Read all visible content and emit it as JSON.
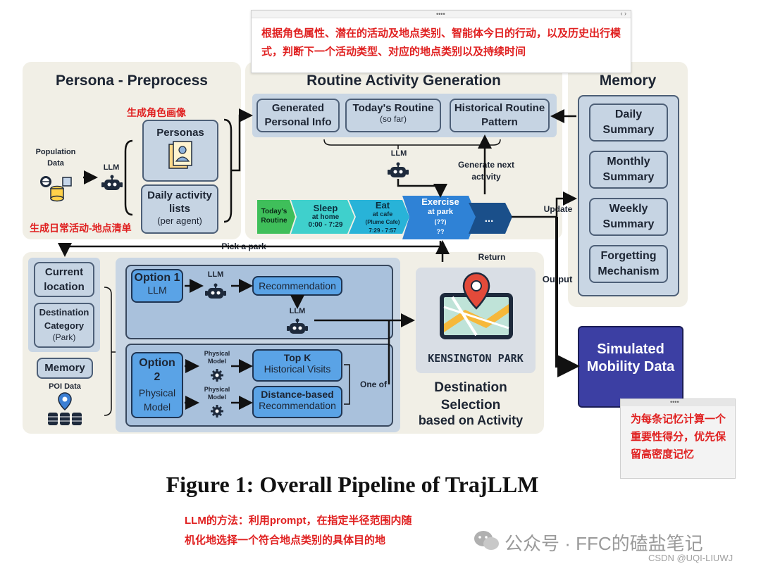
{
  "top_note": {
    "text": "根据角色属性、潜在的活动及地点类别、智能体今日的行动，以及历史出行模式，判断下一个活动类型、对应的地点类别以及持续时间"
  },
  "persona_panel": {
    "title": "Persona - Preprocess",
    "red_top": "生成角色画像",
    "red_bottom": "生成日常活动-地点清单",
    "population_label": "Population Data",
    "llm_label": "LLM",
    "personas_label": "Personas",
    "daily_lists_label": "Daily activity lists",
    "daily_lists_sub": "(per agent)"
  },
  "routine_panel": {
    "title": "Routine Activity Generation",
    "box1": "Generated Personal Info",
    "box2": "Today's Routine",
    "box2_sub": "(so far)",
    "box3": "Historical Routine Pattern",
    "llm_label": "LLM",
    "generate_label": "Generate next activity",
    "timeline": {
      "start": "Today's Routine",
      "sleep": "Sleep",
      "sleep_sub": "at home",
      "sleep_time": "0:00 - 7:29",
      "eat": "Eat",
      "eat_sub": "at cafe",
      "eat_sub2": "(Plume Cafe)",
      "eat_time": "7:29 - 7:57",
      "exercise": "Exercise",
      "exercise_sub": "at park",
      "exercise_q1": "(??)",
      "exercise_q2": "??",
      "more": "..."
    },
    "pick_label": "Pick a park",
    "return_label": "Return",
    "update_label": "Update",
    "output_label": "Output"
  },
  "memory_panel": {
    "title": "Memory",
    "items": [
      "Daily Summary",
      "Monthly Summary",
      "Weekly Summary",
      "Forgetting Mechanism"
    ]
  },
  "destination_panel": {
    "current_location": "Current location",
    "dest_category": "Destination Category",
    "dest_category_sub": "(Park)",
    "memory": "Memory",
    "poi_label": "POI Data",
    "option1_title": "Option 1",
    "option1_sub": "LLM",
    "llm_label": "LLM",
    "recommendation": "Recommendation",
    "option2_title": "Option 2",
    "option2_sub": "Physical Model",
    "phys_model": "Physical Model",
    "topk_title": "Top K",
    "topk_sub": "Historical Visits",
    "distance_title": "Distance-based",
    "distance_sub": "Recommendation",
    "one_of": "One of",
    "park_name": "KENSINGTON PARK",
    "dest_title": "Destination Selection",
    "dest_sub": "based on Activity"
  },
  "simulated": {
    "text": "Simulated Mobility Data"
  },
  "right_note": {
    "text": "为每条记忆计算一个重要性得分，优先保留高密度记忆"
  },
  "figure_caption": "Figure 1: Overall Pipeline of TrajLLM",
  "bottom_note": {
    "line1": "LLM的方法：利用prompt，在指定半径范围内随",
    "line2": "机化地选择一个符合地点类别的具体目的地"
  },
  "watermark": {
    "wechat": "公众号 · FFC的磕盐笔记",
    "csdn": "CSDN @UQI-LIUWJ"
  }
}
